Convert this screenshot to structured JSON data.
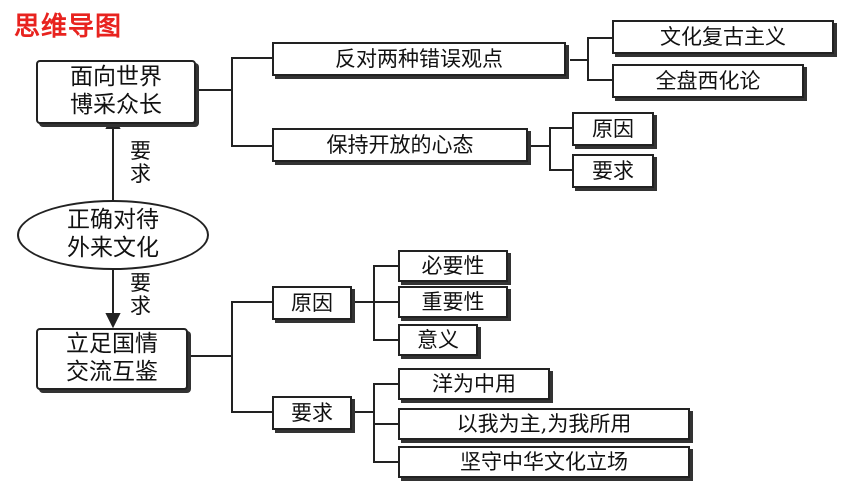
{
  "title": "思维导图",
  "center": {
    "line1": "正确对待",
    "line2": "外来文化"
  },
  "top_node": {
    "line1": "面向世界",
    "line2": "博采众长"
  },
  "bottom_node": {
    "line1": "立足国情",
    "line2": "交流互鉴"
  },
  "arrow_up_label": {
    "c1": "要",
    "c2": "求"
  },
  "arrow_down_label": {
    "c1": "要",
    "c2": "求"
  },
  "top_branches": {
    "oppose": "反对两种错误观点",
    "oppose_items": [
      "文化复古主义",
      "全盘西化论"
    ],
    "open": "保持开放的心态",
    "open_items": [
      "原因",
      "要求"
    ]
  },
  "bottom_branches": {
    "reason": "原因",
    "reason_items": [
      "必要性",
      "重要性",
      "意义"
    ],
    "require": "要求",
    "require_items": [
      "洋为中用",
      "以我为主,为我所用",
      "坚守中华文化立场"
    ]
  },
  "colors": {
    "title": "#e8231f",
    "line": "#222222"
  }
}
